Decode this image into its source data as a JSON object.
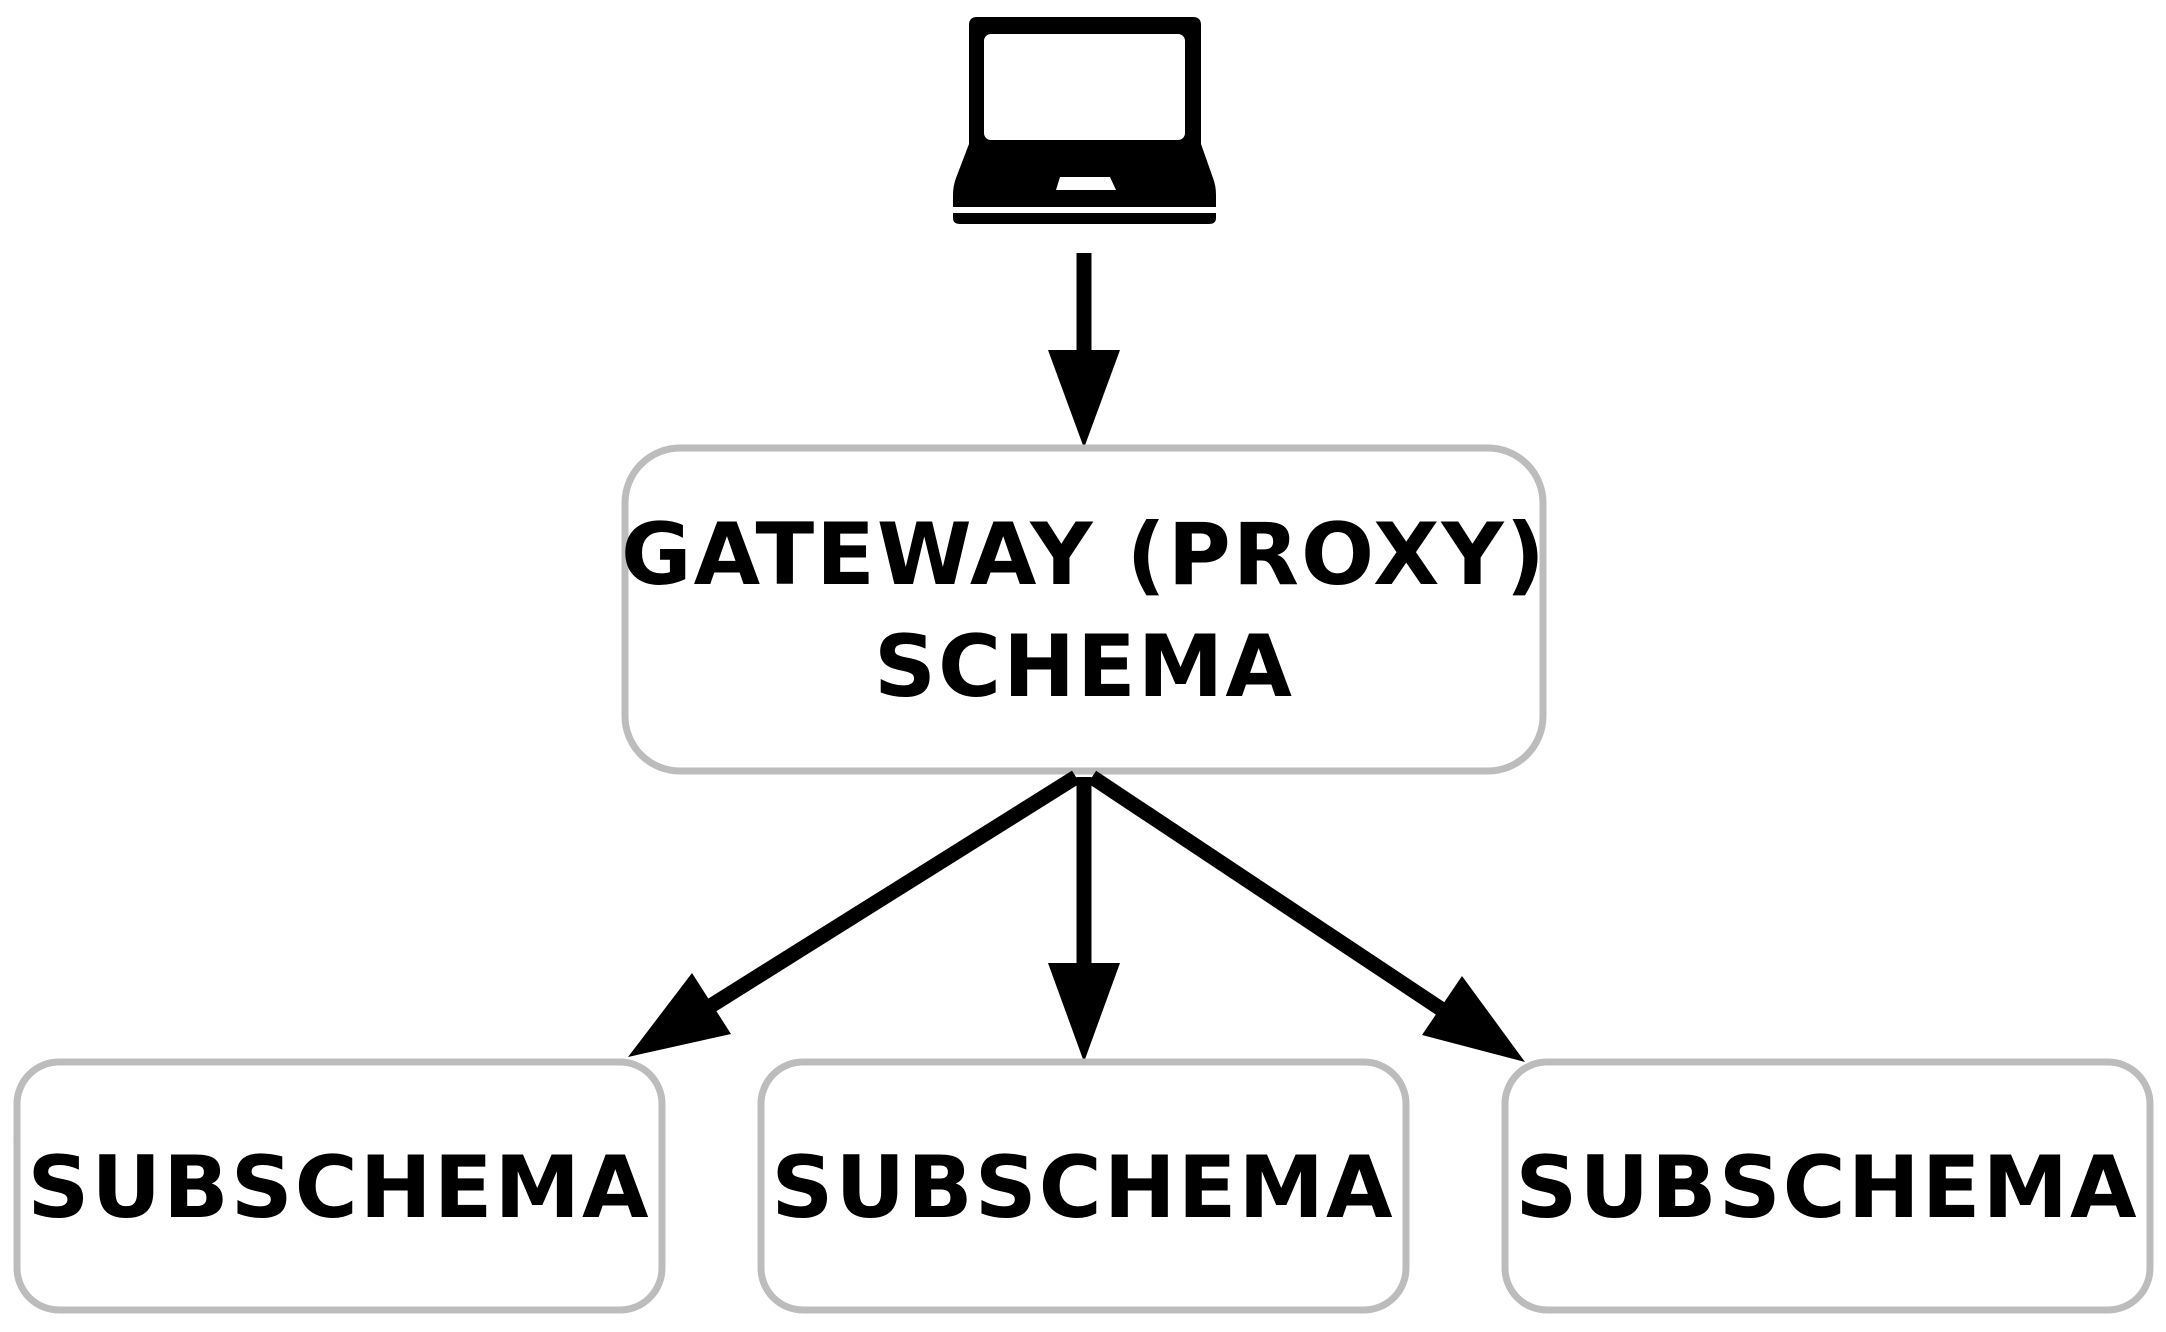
{
  "diagram": {
    "client": {
      "icon": "laptop-icon"
    },
    "gateway": {
      "label_line1": "GATEWAY (PROXY)",
      "label_line2": "SCHEMA"
    },
    "subschemas": [
      {
        "label": "SUBSCHEMA"
      },
      {
        "label": "SUBSCHEMA"
      },
      {
        "label": "SUBSCHEMA"
      }
    ],
    "colors": {
      "box_border": "#bcbcbc",
      "arrow": "#000000",
      "text": "#000000",
      "background": "#ffffff"
    }
  }
}
